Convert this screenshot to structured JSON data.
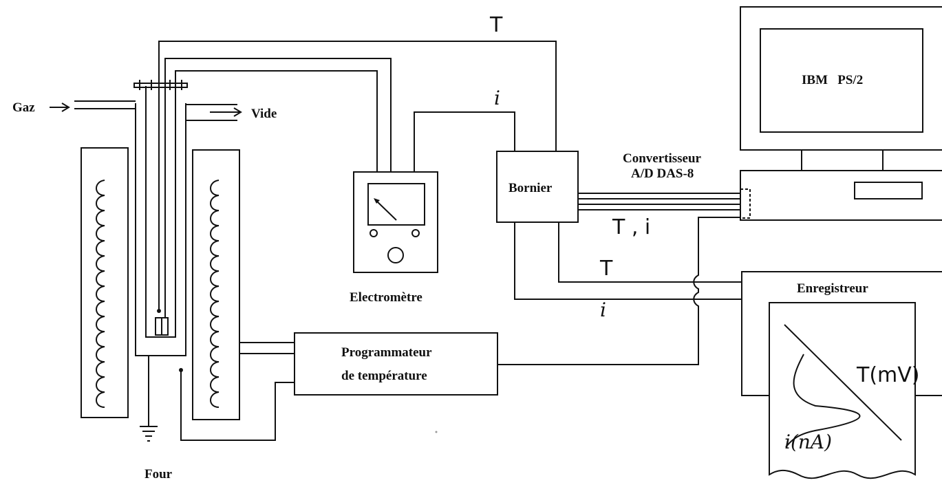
{
  "labels": {
    "gaz": "Gaz",
    "vide": "Vide",
    "four": "Four",
    "electrometre": "Electromètre",
    "bornier": "Bornier",
    "convertisseur_line1": "Convertisseur",
    "convertisseur_line2": "A/D DAS-8",
    "ibm": "IBM   PS/2",
    "enregistreur": "Enregistreur",
    "programmateur_line1": "Programmateur",
    "programmateur_line2": "de température"
  },
  "signals": {
    "t_top": "T",
    "i_electrometer": "i",
    "t_i_bus": "T , i",
    "t_recorder": "T",
    "i_recorder": "i",
    "t_mv": "T(mV)",
    "i_na": "i(nA)"
  }
}
